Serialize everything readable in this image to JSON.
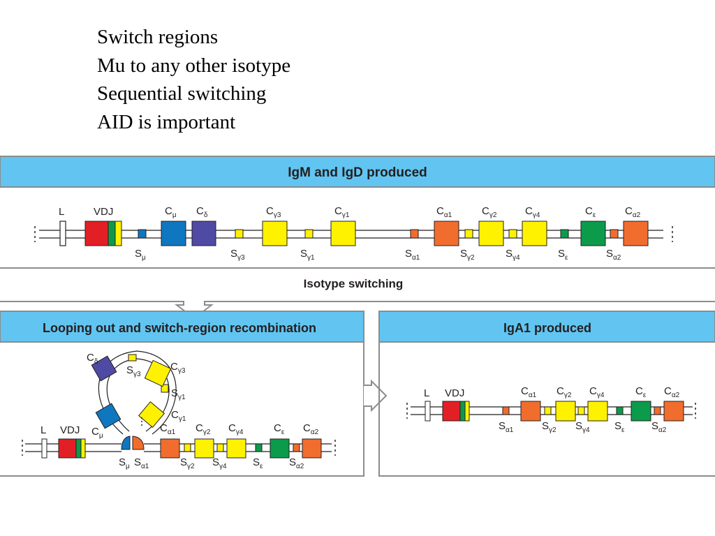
{
  "bullets": [
    "Switch regions",
    "Mu to any other isotype",
    "Sequential switching",
    "AID is important"
  ],
  "figure": {
    "top_header": "IgM and IgD produced",
    "arrow_caption": "Isotype switching",
    "left_header": "Looping out and switch-region recombination",
    "right_header": "IgA1 produced",
    "colors": {
      "header_bg": "#62c5f1",
      "panel_border": "#8a8c8e",
      "red": "#e31f26",
      "green": "#0d9a48",
      "yellow": "#fff200",
      "blue": "#0f77c0",
      "purple": "#4f4aa4",
      "orange": "#f16d2e",
      "dark_green": "#0b9b4a"
    },
    "top_locus": [
      {
        "base": "L",
        "sub": ""
      },
      {
        "base": "VDJ",
        "sub": ""
      },
      {
        "base": "C",
        "sub": "μ"
      },
      {
        "base": "C",
        "sub": "δ"
      },
      {
        "base": "C",
        "sub": "γ3"
      },
      {
        "base": "C",
        "sub": "γ1"
      },
      {
        "base": "C",
        "sub": "α1"
      },
      {
        "base": "C",
        "sub": "γ2"
      },
      {
        "base": "C",
        "sub": "γ4"
      },
      {
        "base": "C",
        "sub": "ε"
      },
      {
        "base": "C",
        "sub": "α2"
      }
    ],
    "top_switch": [
      {
        "base": "S",
        "sub": "μ"
      },
      {
        "base": "S",
        "sub": "γ3"
      },
      {
        "base": "S",
        "sub": "γ1"
      },
      {
        "base": "S",
        "sub": "α1"
      },
      {
        "base": "S",
        "sub": "γ2"
      },
      {
        "base": "S",
        "sub": "γ4"
      },
      {
        "base": "S",
        "sub": "ε"
      },
      {
        "base": "S",
        "sub": "α2"
      }
    ],
    "loop_labels": [
      {
        "base": "C",
        "sub": "δ"
      },
      {
        "base": "S",
        "sub": "γ3"
      },
      {
        "base": "C",
        "sub": "γ3"
      },
      {
        "base": "S",
        "sub": "γ1"
      },
      {
        "base": "C",
        "sub": "γ1"
      },
      {
        "base": "C",
        "sub": "μ"
      }
    ],
    "left_locus": [
      {
        "base": "L",
        "sub": ""
      },
      {
        "base": "VDJ",
        "sub": ""
      },
      {
        "base": "C",
        "sub": "α1"
      },
      {
        "base": "C",
        "sub": "γ2"
      },
      {
        "base": "C",
        "sub": "γ4"
      },
      {
        "base": "C",
        "sub": "ε"
      },
      {
        "base": "C",
        "sub": "α2"
      }
    ],
    "left_switch": [
      {
        "base": "S",
        "sub": "μ"
      },
      {
        "base": "S",
        "sub": "α1"
      },
      {
        "base": "S",
        "sub": "γ2"
      },
      {
        "base": "S",
        "sub": "γ4"
      },
      {
        "base": "S",
        "sub": "ε"
      },
      {
        "base": "S",
        "sub": "α2"
      }
    ],
    "right_locus": [
      {
        "base": "L",
        "sub": ""
      },
      {
        "base": "VDJ",
        "sub": ""
      },
      {
        "base": "C",
        "sub": "α1"
      },
      {
        "base": "C",
        "sub": "γ2"
      },
      {
        "base": "C",
        "sub": "γ4"
      },
      {
        "base": "C",
        "sub": "ε"
      },
      {
        "base": "C",
        "sub": "α2"
      }
    ],
    "right_switch": [
      {
        "base": "S",
        "sub": "α1"
      },
      {
        "base": "S",
        "sub": "γ2"
      },
      {
        "base": "S",
        "sub": "γ4"
      },
      {
        "base": "S",
        "sub": "ε"
      },
      {
        "base": "S",
        "sub": "α2"
      }
    ]
  }
}
